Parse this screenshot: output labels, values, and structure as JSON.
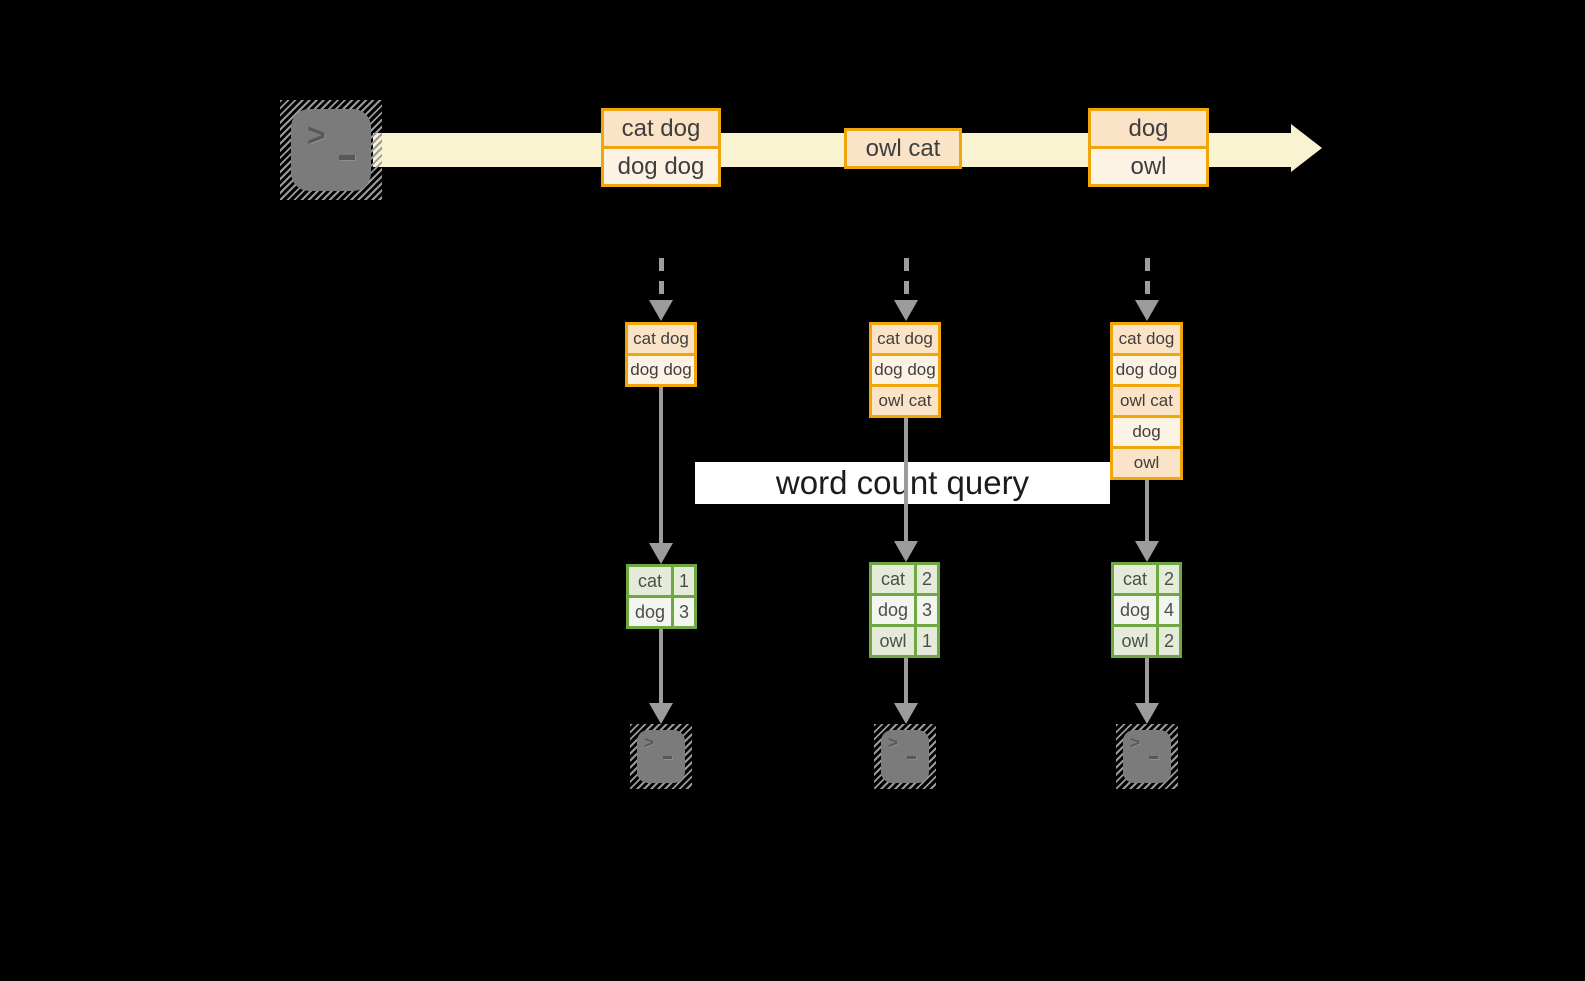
{
  "diagram": {
    "banner": {
      "label": "word count query"
    },
    "stream": {
      "events": [
        {
          "lines": [
            "cat dog",
            "dog dog"
          ]
        },
        {
          "lines": [
            "owl cat"
          ]
        },
        {
          "lines": [
            "dog",
            "owl"
          ]
        }
      ]
    },
    "columns": [
      {
        "buffer": [
          "cat dog",
          "dog dog"
        ],
        "counts": [
          {
            "word": "cat",
            "count": "1"
          },
          {
            "word": "dog",
            "count": "3"
          }
        ]
      },
      {
        "buffer": [
          "cat dog",
          "dog dog",
          "owl cat"
        ],
        "counts": [
          {
            "word": "cat",
            "count": "2"
          },
          {
            "word": "dog",
            "count": "3"
          },
          {
            "word": "owl",
            "count": "1"
          }
        ]
      },
      {
        "buffer": [
          "cat dog",
          "dog dog",
          "owl cat",
          "dog",
          "owl"
        ],
        "counts": [
          {
            "word": "cat",
            "count": "2"
          },
          {
            "word": "dog",
            "count": "4"
          },
          {
            "word": "owl",
            "count": "2"
          }
        ]
      }
    ],
    "icons": {
      "terminal_prompt": ">"
    },
    "colors": {
      "background": "#000000",
      "stream_band": "#faf3d2",
      "box_border": "#f0a50a",
      "box_fill_dark": "#fae3c6",
      "box_fill_light": "#fdf3e5",
      "table_border": "#6fa843",
      "table_fill_dark": "#e4ebd8",
      "table_fill_light": "#f3f6ee",
      "arrow_gray": "#9c9c9c",
      "terminal_gray": "#7b7b7b",
      "banner_bg": "#ffffff"
    }
  }
}
